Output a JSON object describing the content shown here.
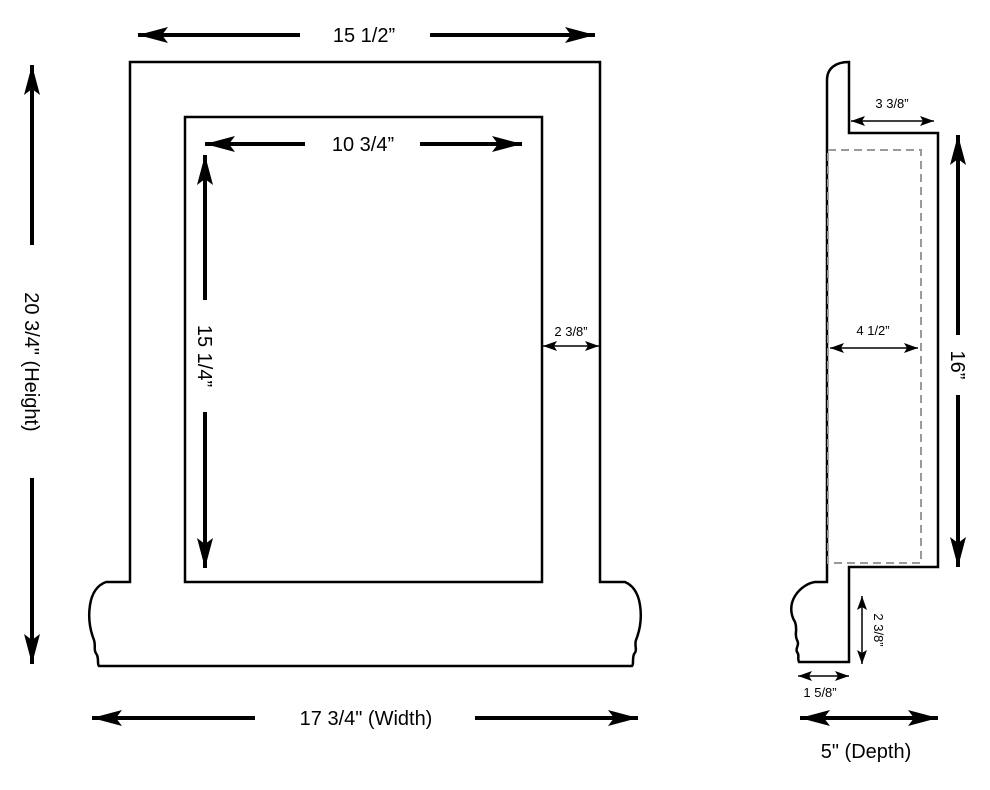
{
  "front_view": {
    "top_width": "15 1/2”",
    "inner_width": "10 3/4”",
    "inner_height": "15 1/4”",
    "frame_border": "2 3/8”",
    "overall_height": "20 3/4\" (Height)",
    "overall_width": "17 3/4\" (Width)"
  },
  "side_view": {
    "top_ledge": "3 3/8”",
    "inner_depth": "4 1/2”",
    "height": "16”",
    "base_height": "2 3/8”",
    "base_depth": "1 5/8”",
    "overall_depth": "5\" (Depth)"
  },
  "colors": {
    "line": "#000000",
    "dashed": "#9a9a9a"
  }
}
